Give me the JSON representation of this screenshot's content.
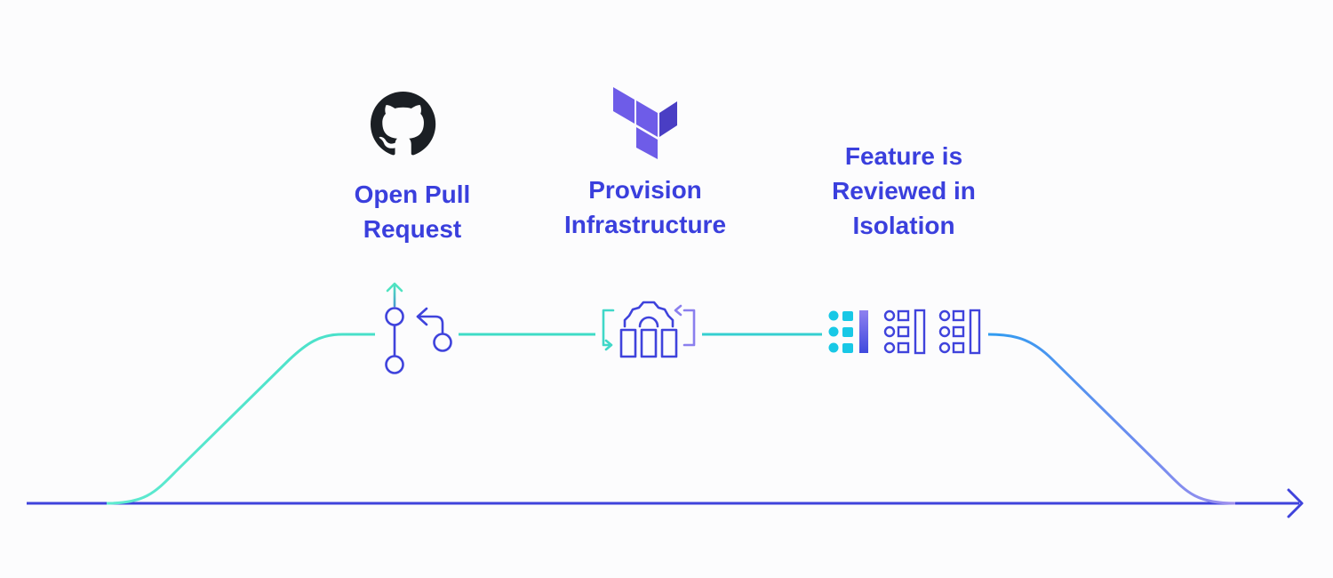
{
  "steps": [
    {
      "label_lines": [
        "Open Pull",
        "Request"
      ],
      "logo_icon": "github-icon",
      "node_icon": "git-pull-request-icon"
    },
    {
      "label_lines": [
        "Provision",
        "Infrastructure"
      ],
      "logo_icon": "terraform-icon",
      "node_icon": "infrastructure-gear-icon"
    },
    {
      "label_lines": [
        "Feature is",
        "Reviewed in",
        "Isolation"
      ],
      "logo_icon": null,
      "node_icon": "feature-review-panels-icon"
    }
  ],
  "timeline": {
    "arrow_icon": "arrow-right-icon"
  },
  "colors": {
    "label": "#3a3fdd",
    "baseline": "#3f43dc",
    "path_teal": "#4fe3c1",
    "path_blue": "#3d8ff3",
    "path_purple": "#8f86ee",
    "icon_blue": "#3f43dc",
    "icon_cyan": "#18c8e6",
    "github_dark": "#1b1f24",
    "terraform_light": "#6e5ce8",
    "terraform_dark": "#4a3ec4"
  }
}
